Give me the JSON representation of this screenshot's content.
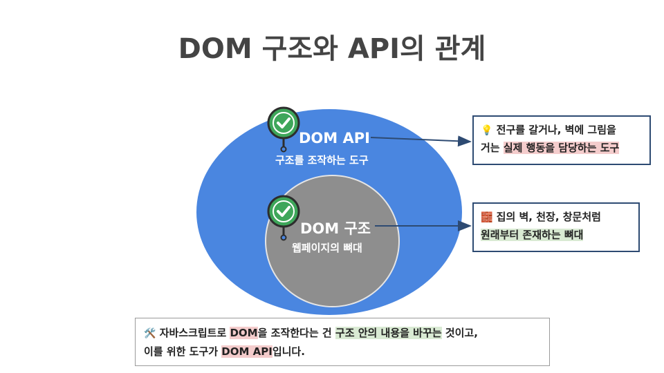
{
  "title": "DOM 구조와 API의 관계",
  "diagram": {
    "outer": {
      "title": "DOM API",
      "subtitle": "구조를 조작하는 도구",
      "color": "#4a86e0"
    },
    "inner": {
      "title": "DOM 구조",
      "subtitle": "웹페이지의 뼈대",
      "color": "#8e8e8e"
    },
    "badge_color": "#3ea65a"
  },
  "callouts": {
    "api": {
      "emoji": "💡",
      "line1": "전구를 갈거나, 벽에 그림을",
      "line2_prefix": "거는 ",
      "line2_highlight": "실제 행동을 담당하는 도구"
    },
    "structure": {
      "emoji": "🧱",
      "line1": "집의 벽, 천장, 창문처럼",
      "line2_highlight": "원래부터 존재하는 뼈대"
    }
  },
  "summary": {
    "emoji": "🛠️",
    "p1": " 자바스크립트로 ",
    "h1": "DOM",
    "p2": "을 조작한다는 건 ",
    "h2": "구조 안의 내용을 바꾸는",
    "p3": " 것이고,",
    "p4": "이를 위한 도구가 ",
    "h3": "DOM API",
    "p5": "입니다."
  }
}
